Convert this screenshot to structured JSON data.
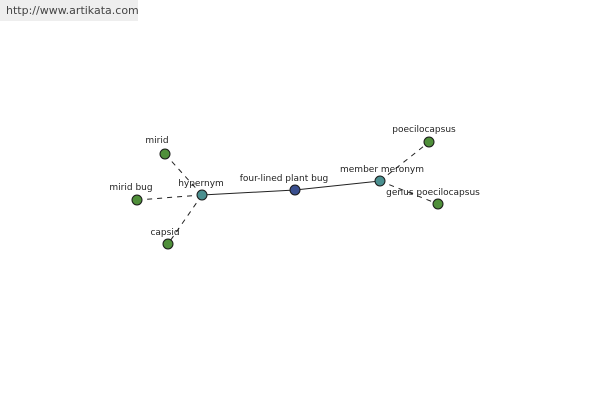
{
  "header": {
    "url": "http://www.artikata.com"
  },
  "colors": {
    "leaf": "#4f8f3a",
    "relation": "#4a8f8f",
    "center": "#3a4f8f",
    "edge": "#222222"
  },
  "graph": {
    "nodes": {
      "center": {
        "label": "four-lined plant bug",
        "kind": "center"
      },
      "hypernym": {
        "label": "hypernym",
        "kind": "relation"
      },
      "meronym": {
        "label": "member meronym",
        "kind": "relation"
      },
      "mirid": {
        "label": "mirid",
        "kind": "leaf"
      },
      "mirid_bug": {
        "label": "mirid bug",
        "kind": "leaf"
      },
      "capsid": {
        "label": "capsid",
        "kind": "leaf"
      },
      "poecilocapsus": {
        "label": "poecilocapsus",
        "kind": "leaf"
      },
      "genus": {
        "label": "genus poecilocapsus",
        "kind": "leaf"
      }
    },
    "edges": [
      {
        "from": "hypernym",
        "to": "center",
        "style": "solid"
      },
      {
        "from": "center",
        "to": "meronym",
        "style": "solid"
      },
      {
        "from": "hypernym",
        "to": "mirid",
        "style": "dashed"
      },
      {
        "from": "hypernym",
        "to": "mirid_bug",
        "style": "dashed"
      },
      {
        "from": "hypernym",
        "to": "capsid",
        "style": "dashed"
      },
      {
        "from": "meronym",
        "to": "poecilocapsus",
        "style": "dashed"
      },
      {
        "from": "meronym",
        "to": "genus",
        "style": "dashed"
      }
    ]
  }
}
